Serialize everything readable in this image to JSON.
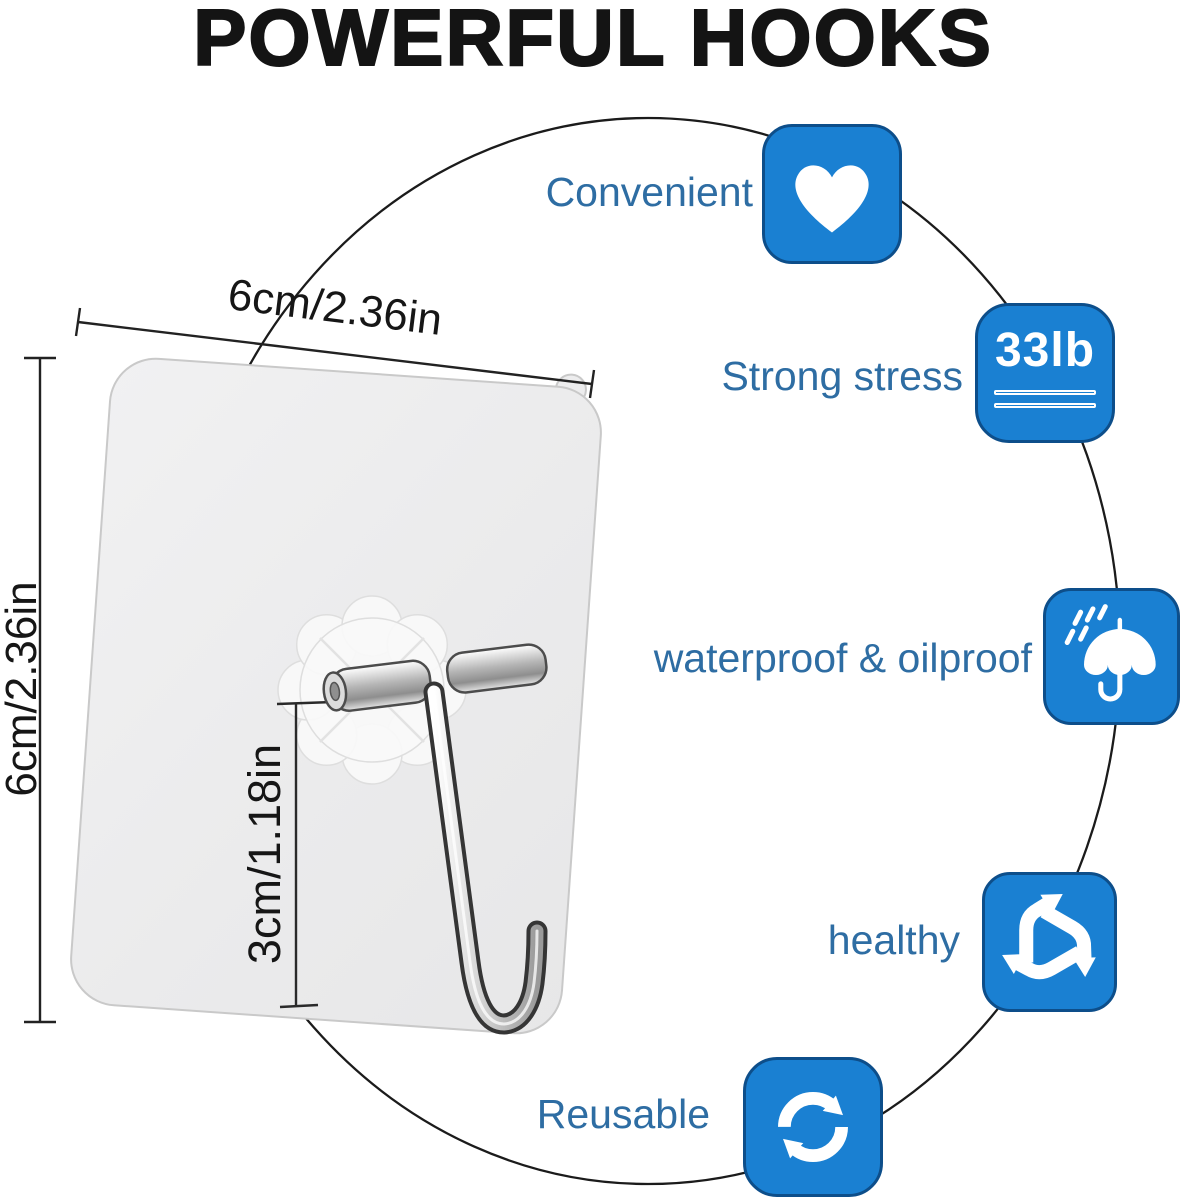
{
  "title": "POWERFUL HOOKS",
  "product": {
    "width_label": "6cm/2.36in",
    "height_label": "6cm/2.36in",
    "hook_height_label": "3cm/1.18in"
  },
  "features": [
    {
      "label": "Convenient",
      "icon": "heart-icon"
    },
    {
      "label": "Strong stress",
      "icon": "weight-33lb-icon",
      "badge": "33lb"
    },
    {
      "label": "waterproof & oilproof",
      "icon": "umbrella-rain-icon"
    },
    {
      "label": "healthy",
      "icon": "recycle-icon"
    },
    {
      "label": "Reusable",
      "icon": "sync-arrows-icon"
    }
  ],
  "colors": {
    "icon_blue": "#1a80d2",
    "icon_border": "#0d4e8a",
    "label_blue": "#2e6da3",
    "line_dark": "#1b1b1b"
  }
}
